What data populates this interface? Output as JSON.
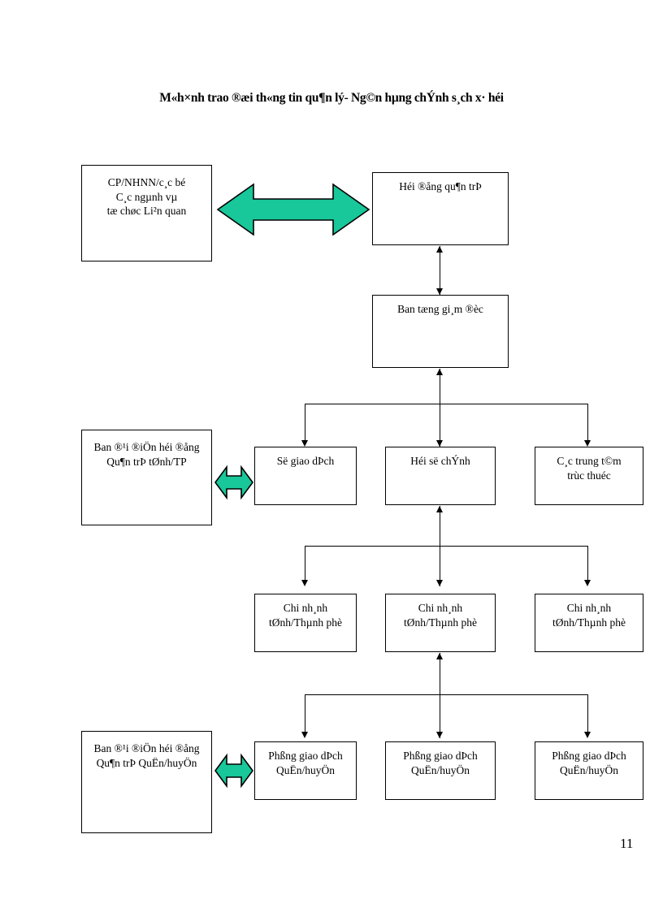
{
  "page": {
    "title": "M«h×nh trao ®æi th«ng tin qu¶n lý- Ng©n hµng chÝnh s¸ch x· héi",
    "page_number": "11",
    "accent_green": "#18c79a",
    "line_color": "#000000"
  },
  "nodes": {
    "gov": {
      "name": "CP/NHNN/c¸c bé",
      "lines": [
        "CP/NHNN/c¸c bé",
        "C¸c ngµnh vµ",
        "tæ chøc Li²n quan"
      ]
    },
    "board": {
      "name": "Héi ®ång qu¶n trÞ",
      "lines": [
        "Héi ®ång qu¶n trÞ"
      ]
    },
    "ceo": {
      "name": "Ban tæng gi¸m ®èc",
      "lines": [
        "Ban tæng gi¸m ®èc"
      ]
    },
    "rep_province": {
      "name": "Ban ®¹i ®iÖn héi ®ång Qu¶n trÞ tØnh/TP",
      "lines": [
        "Ban ®¹i ®iÖn héi ®ång",
        "Qu¶n trÞ tØnh/TP"
      ]
    },
    "transaction_office": {
      "name": "Së giao dÞch",
      "lines": [
        "Së giao dÞch"
      ]
    },
    "head_office": {
      "name": "Héi së chÝnh",
      "lines": [
        "Héi së chÝnh"
      ]
    },
    "centers": {
      "name": "C¸c trung t©m trùc thuéc",
      "lines": [
        "C¸c trung t©m",
        "trùc thuéc"
      ]
    },
    "branch_left": {
      "name": "Chi nh¸nh tØnh/Thµnh phè",
      "lines": [
        "Chi nh¸nh",
        "tØnh/Thµnh phè"
      ]
    },
    "branch_mid": {
      "name": "Chi nh¸nh tØnh/Thµnh phè",
      "lines": [
        "Chi nh¸nh",
        "tØnh/Thµnh phè"
      ]
    },
    "branch_right": {
      "name": "Chi nh¸nh tØnh/Thµnh phè",
      "lines": [
        "Chi nh¸nh",
        "tØnh/Thµnh phè"
      ]
    },
    "rep_district": {
      "name": "Ban ®¹i ®iÖn héi ®ång Qu¶n trÞ QuËn/huyÖn",
      "lines": [
        "Ban ®¹i ®iÖn héi ®ång",
        "Qu¶n trÞ QuËn/huyÖn"
      ]
    },
    "office_left": {
      "name": "Phßng giao dÞch QuËn/huyÖn",
      "lines": [
        "Phßng giao dÞch",
        "QuËn/huyÖn"
      ]
    },
    "office_mid": {
      "name": "Phßng giao dÞch QuËn/huyÖn",
      "lines": [
        "Phßng giao dÞch",
        "QuËn/huyÖn"
      ]
    },
    "office_right": {
      "name": "Phßng giao dÞch QuËn/huyÖn",
      "lines": [
        "Phßng giao dÞch",
        "QuËn/huyÖn"
      ]
    }
  },
  "connectors": {
    "gov_board": "bidirectional-green",
    "board_ceo": "bidirectional",
    "ceo_row3": "bidirectional-bus",
    "rep_province_transaction": "bidirectional-green",
    "headoffice_branches": "bidirectional-bus",
    "branches_offices": "bidirectional-bus",
    "rep_district_office": "bidirectional-green"
  }
}
